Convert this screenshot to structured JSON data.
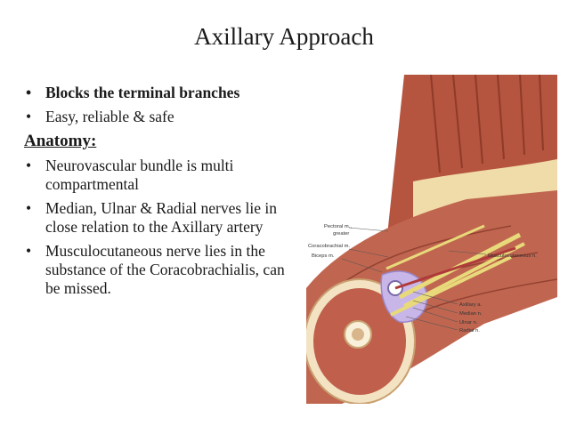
{
  "title": "Axillary Approach",
  "bullets_top": [
    {
      "text": "Blocks the terminal branches",
      "bold": true
    },
    {
      "text": "Easy, reliable & safe",
      "bold": false
    }
  ],
  "anatomy_heading": "Anatomy:",
  "bullets_anatomy": [
    "Neurovascular bundle is multi compartmental",
    "Median, Ulnar & Radial nerves lie in close relation to the Axillary artery",
    "Musculocutaneous nerve lies in the substance of the Coracobrachialis, can be missed."
  ],
  "bullet_symbol": "•",
  "figure": {
    "labels": {
      "pectoral": "Pectoral m.,",
      "greater": "greater",
      "coracobrachial": "Coracobrachial m.",
      "biceps": "Biceps m.",
      "musculocutaneous": "Musculocutaneous n.",
      "axillary": "Axillary a.",
      "median": "Median n.",
      "ulnar": "Ulnar n.",
      "radial": "Radial n."
    },
    "colors": {
      "muscle": "#b5543f",
      "muscle_dark": "#8a3a2a",
      "fat": "#f0dca8",
      "nerve": "#e8d97a",
      "sheath": "#c9b6e8"
    }
  }
}
